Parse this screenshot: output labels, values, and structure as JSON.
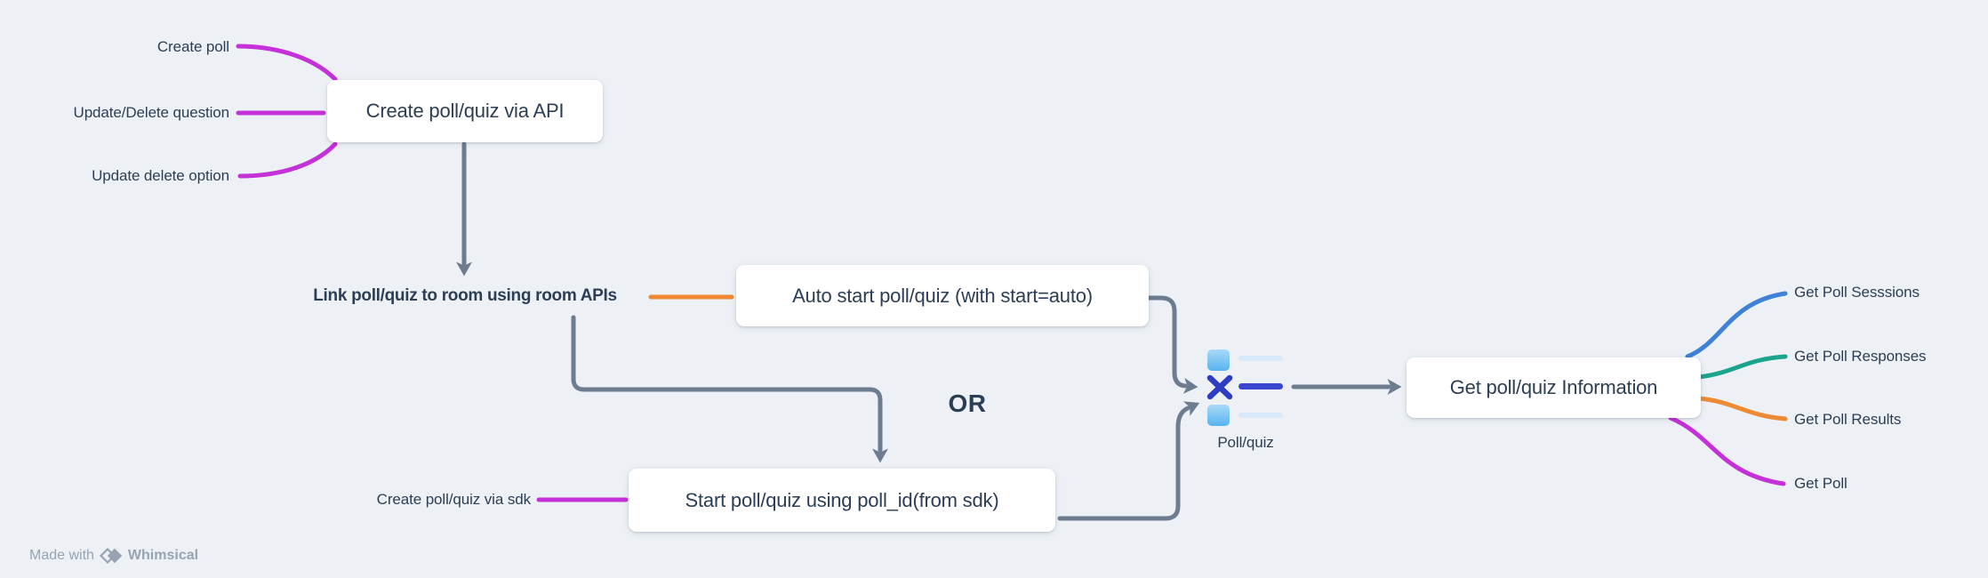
{
  "board": {
    "background": "#edf1f6",
    "made_with": "Made with",
    "brand": "Whimsical"
  },
  "palette": {
    "magenta": "#c531d8",
    "orange": "#ed8a33",
    "blue": "#3d82d6",
    "teal": "#1aa48e",
    "gray_connector": "#6d7d8f",
    "text_navy": "#2c3e53",
    "icon_indigo": "#3b46cf",
    "icon_cross": "#2e3cc4",
    "icon_light_line": "#d7e9fa",
    "icon_square_top": "#a9d9f8",
    "icon_square_bottom": "#58b3ef",
    "footer_gray": "#97a3b1"
  },
  "nodes": {
    "create_poll": "Create poll",
    "update_delete_question": "Update/Delete question",
    "update_delete_option": "Update delete option",
    "create_via_api": "Create poll/quiz via API",
    "link_to_room": "Link poll/quiz to room using room APIs",
    "auto_start": "Auto start poll/quiz (with start=auto)",
    "or_label": "OR",
    "start_with_poll_id": "Start poll/quiz using poll_id(from sdk)",
    "create_via_sdk": "Create poll/quiz via sdk",
    "poll_quiz": "Poll/quiz",
    "get_info": "Get poll/quiz Information",
    "get_poll_sessions": "Get Poll Sesssions",
    "get_poll_responses": "Get Poll Responses",
    "get_poll_results": "Get Poll Results",
    "get_poll": "Get Poll"
  }
}
